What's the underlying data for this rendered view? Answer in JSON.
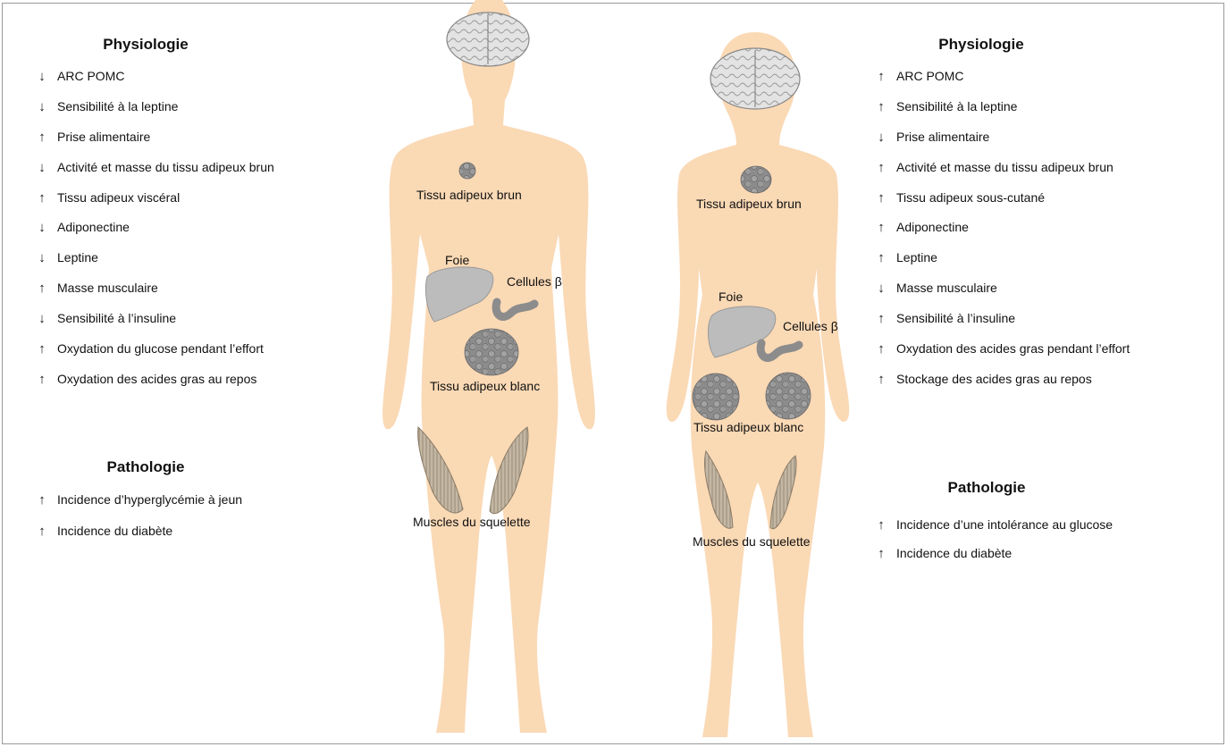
{
  "left": {
    "physiology_heading": "Physiologie",
    "physiology": [
      {
        "dir": "down",
        "text": "ARC POMC"
      },
      {
        "dir": "down",
        "text": "Sensibilité à la leptine"
      },
      {
        "dir": "up",
        "text": "Prise alimentaire"
      },
      {
        "dir": "down",
        "text": "Activité et masse du tissu adipeux brun"
      },
      {
        "dir": "up",
        "text": "Tissu adipeux viscéral"
      },
      {
        "dir": "down",
        "text": "Adiponectine"
      },
      {
        "dir": "down",
        "text": "Leptine"
      },
      {
        "dir": "up",
        "text": "Masse musculaire"
      },
      {
        "dir": "down",
        "text": "Sensibilité à l’insuline"
      },
      {
        "dir": "up",
        "text": "Oxydation du glucose pendant l’effort"
      },
      {
        "dir": "up",
        "text": "Oxydation des acides gras au repos"
      }
    ],
    "pathology_heading": "Pathologie",
    "pathology": [
      {
        "dir": "up",
        "text": "Incidence d’hyperglycémie à jeun"
      },
      {
        "dir": "up",
        "text": "Incidence du diabète"
      }
    ]
  },
  "right": {
    "physiology_heading": "Physiologie",
    "physiology": [
      {
        "dir": "up",
        "text": "ARC POMC"
      },
      {
        "dir": "up",
        "text": "Sensibilité à la leptine"
      },
      {
        "dir": "down",
        "text": "Prise alimentaire"
      },
      {
        "dir": "up",
        "text": "Activité et masse du tissu adipeux brun"
      },
      {
        "dir": "up",
        "text": "Tissu adipeux sous-cutané"
      },
      {
        "dir": "up",
        "text": "Adiponectine"
      },
      {
        "dir": "up",
        "text": "Leptine"
      },
      {
        "dir": "down",
        "text": "Masse musculaire"
      },
      {
        "dir": "up",
        "text": "Sensibilité à l’insuline"
      },
      {
        "dir": "up",
        "text": "Oxydation des acides gras pendant l’effort"
      },
      {
        "dir": "up",
        "text": "Stockage des acides gras au repos"
      }
    ],
    "pathology_heading": "Pathologie",
    "pathology": [
      {
        "dir": "up",
        "text": "Incidence d’une intolérance au glucose"
      },
      {
        "dir": "up",
        "text": "Incidence du diabète"
      }
    ]
  },
  "male_figure": {
    "brown_fat": "Tissu adipeux brun",
    "liver": "Foie",
    "beta_cells": "Cellules β",
    "white_fat": "Tissu adipeux blanc",
    "muscles": "Muscles du squelette"
  },
  "female_figure": {
    "brown_fat": "Tissu adipeux brun",
    "liver": "Foie",
    "beta_cells": "Cellules β",
    "white_fat": "Tissu adipeux blanc",
    "muscles": "Muscles du squelette"
  },
  "colors": {
    "skin": "#fad9b5",
    "organ": "#b9b9b9",
    "fat": "#8c8c8c",
    "muscle": "#b8a994"
  }
}
